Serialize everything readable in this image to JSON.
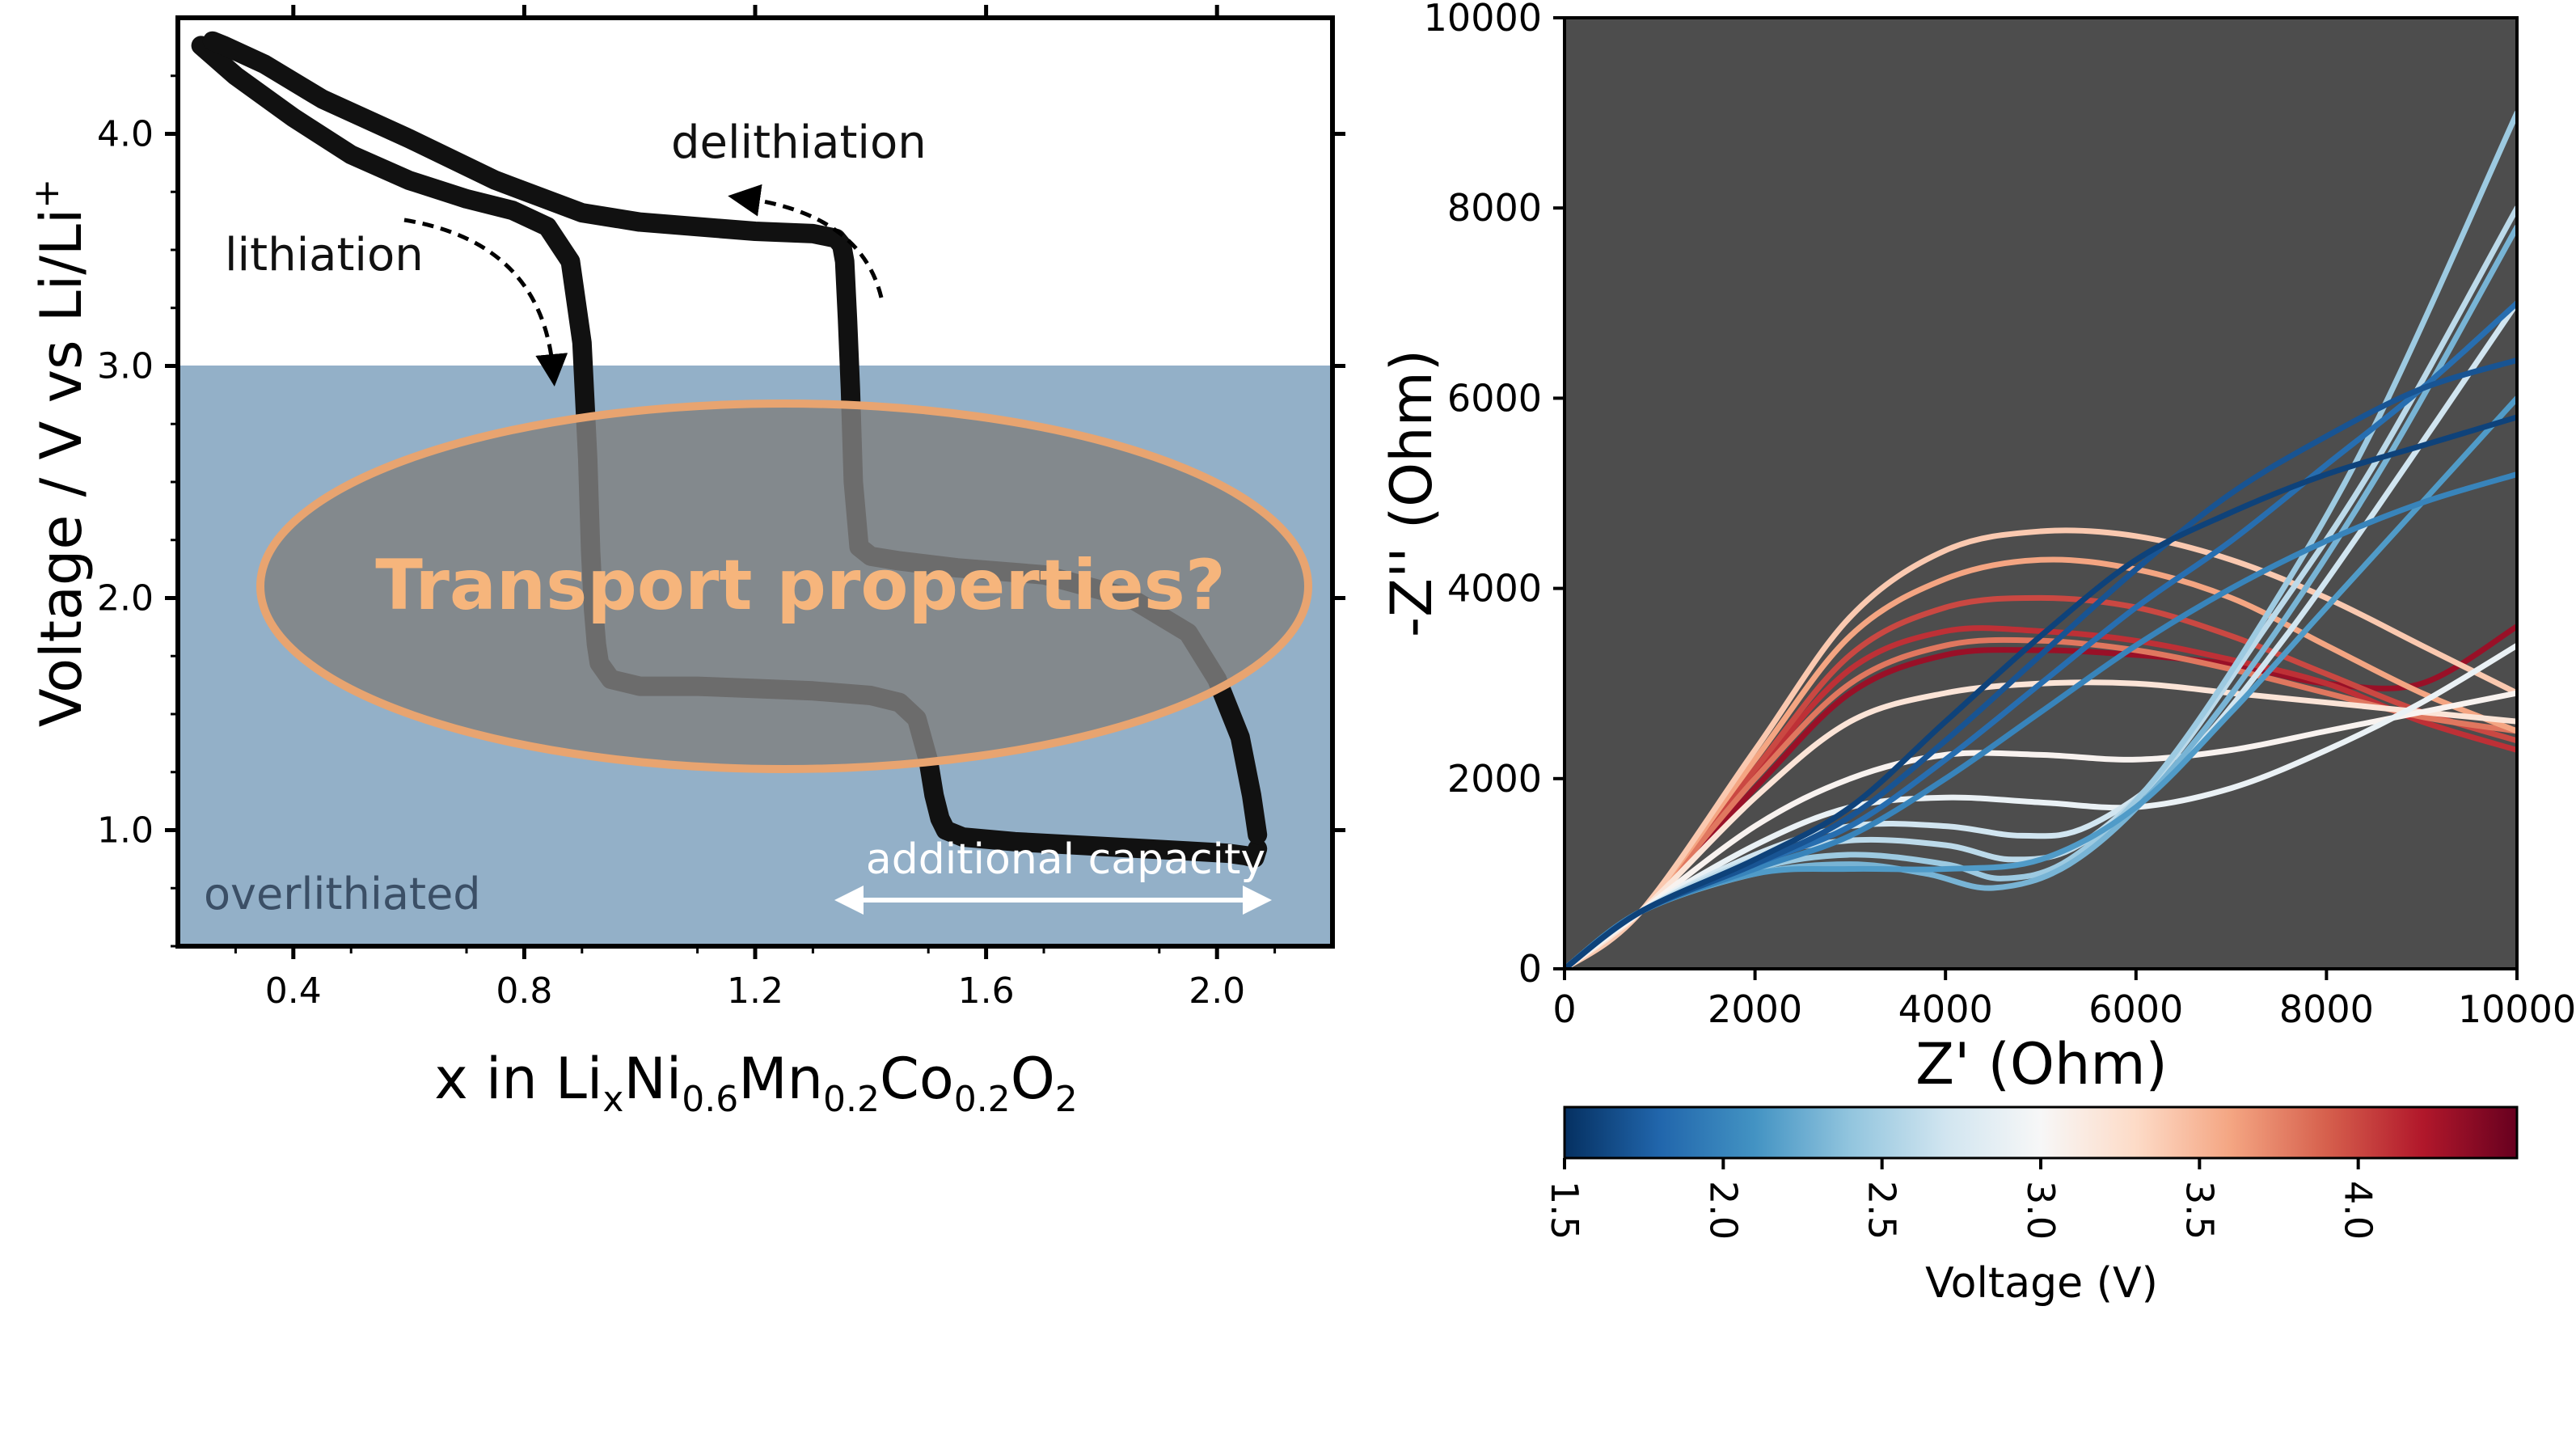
{
  "chart_data": [
    {
      "type": "line",
      "title": "",
      "xlabel": {
        "text": "x in Li",
        "sub_x": "x",
        "ni": "Ni",
        "ni_sub": "0.6",
        "mn": "Mn",
        "mn_sub": "0.2",
        "co": "Co",
        "co_sub": "0.2",
        "o": "O",
        "o_sub": "2"
      },
      "ylabel": {
        "text": "Voltage / V vs Li/Li",
        "sup": "+"
      },
      "xlim": [
        0.2,
        2.2
      ],
      "ylim": [
        0.5,
        4.5
      ],
      "xticks": [
        "0.4",
        "0.8",
        "1.2",
        "1.6",
        "2.0"
      ],
      "xtick_values": [
        0.4,
        0.8,
        1.2,
        1.6,
        2.0
      ],
      "yticks": [
        "1.0",
        "2.0",
        "3.0",
        "4.0"
      ],
      "ytick_values": [
        1.0,
        2.0,
        3.0,
        4.0
      ],
      "shaded_region": {
        "y_below": 3.0,
        "label": "overlithiated",
        "color": "#93b0c8"
      },
      "series": [
        {
          "color": "#111111",
          "x": [
            0.24,
            0.3,
            0.4,
            0.5,
            0.6,
            0.7,
            0.78,
            0.84,
            0.88,
            0.9,
            0.91,
            0.915,
            0.92,
            0.925,
            0.93,
            0.95,
            1.0,
            1.1,
            1.2,
            1.3,
            1.4,
            1.45,
            1.48,
            1.5,
            1.51,
            1.52,
            1.53,
            1.56,
            1.65,
            1.8,
            1.95,
            2.02,
            2.05,
            2.065,
            2.07
          ],
          "y": [
            4.38,
            4.25,
            4.07,
            3.91,
            3.8,
            3.72,
            3.67,
            3.6,
            3.45,
            3.1,
            2.6,
            2.2,
            1.95,
            1.8,
            1.72,
            1.65,
            1.62,
            1.62,
            1.61,
            1.6,
            1.58,
            1.55,
            1.48,
            1.3,
            1.15,
            1.05,
            1.0,
            0.97,
            0.95,
            0.93,
            0.91,
            0.9,
            0.89,
            0.88,
            0.92
          ]
        },
        {
          "color": "#111111",
          "x": [
            2.07,
            2.06,
            2.04,
            2.0,
            1.95,
            1.85,
            1.7,
            1.55,
            1.45,
            1.4,
            1.38,
            1.37,
            1.365,
            1.36,
            1.355,
            1.35,
            1.34,
            1.3,
            1.2,
            1.1,
            1.0,
            0.9,
            0.75,
            0.6,
            0.45,
            0.35,
            0.28,
            0.26
          ],
          "y": [
            0.98,
            1.15,
            1.4,
            1.65,
            1.85,
            2.0,
            2.1,
            2.13,
            2.16,
            2.18,
            2.22,
            2.5,
            2.9,
            3.2,
            3.45,
            3.52,
            3.55,
            3.57,
            3.58,
            3.6,
            3.62,
            3.66,
            3.8,
            3.98,
            4.15,
            4.3,
            4.38,
            4.4
          ]
        }
      ],
      "annotations": {
        "lithiation": "lithiation",
        "delithiation": "delithiation",
        "transport": "Transport properties?",
        "additional_capacity": "additional capacity"
      }
    },
    {
      "type": "line",
      "title": "",
      "xlabel": "Z' (Ohm)",
      "ylabel": "-Z'' (Ohm)",
      "xlim": [
        0,
        10000
      ],
      "ylim": [
        0,
        10000
      ],
      "xticks": [
        "0",
        "2000",
        "4000",
        "6000",
        "8000",
        "10000"
      ],
      "xtick_values": [
        0,
        2000,
        4000,
        6000,
        8000,
        10000
      ],
      "yticks": [
        "0",
        "2000",
        "4000",
        "6000",
        "8000",
        "10000"
      ],
      "ytick_values": [
        0,
        2000,
        4000,
        6000,
        8000,
        10000
      ],
      "background": "#4d4d4d",
      "colormap": "RdBu_r",
      "colorbar": {
        "label": "Voltage (V)",
        "range": [
          1.5,
          4.5
        ],
        "ticks": [
          "1.5",
          "2.0",
          "2.5",
          "3.0",
          "3.5",
          "4.0"
        ],
        "tick_values": [
          1.5,
          2.0,
          2.5,
          3.0,
          3.5,
          4.0
        ]
      },
      "series": [
        {
          "voltage": 4.3,
          "x": [
            0,
            800,
            2000,
            3000,
            4000,
            5000,
            6000,
            7000,
            8000,
            9000,
            10000
          ],
          "y": [
            0,
            600,
            1900,
            2900,
            3300,
            3350,
            3300,
            3200,
            3000,
            3000,
            3600
          ]
        },
        {
          "voltage": 4.1,
          "x": [
            0,
            800,
            2000,
            3000,
            4000,
            5000,
            6000,
            7000,
            8000,
            9000,
            10000
          ],
          "y": [
            0,
            600,
            2050,
            3150,
            3550,
            3550,
            3450,
            3250,
            3000,
            2600,
            2300
          ]
        },
        {
          "voltage": 4.0,
          "x": [
            0,
            800,
            2000,
            3000,
            4000,
            5000,
            6000,
            7000,
            8000,
            9000,
            10000
          ],
          "y": [
            0,
            600,
            2100,
            3300,
            3800,
            3900,
            3800,
            3500,
            3100,
            2700,
            2400
          ]
        },
        {
          "voltage": 3.8,
          "x": [
            0,
            800,
            2000,
            3000,
            4000,
            5000,
            6000,
            7000,
            8000,
            9000,
            10000
          ],
          "y": [
            0,
            600,
            2000,
            3000,
            3400,
            3450,
            3350,
            3150,
            2900,
            2650,
            2500
          ]
        },
        {
          "voltage": 3.6,
          "x": [
            0,
            800,
            2000,
            3000,
            4000,
            5000,
            6000,
            7000,
            8000,
            9000,
            10000
          ],
          "y": [
            0,
            600,
            2200,
            3500,
            4100,
            4300,
            4200,
            3900,
            3400,
            2900,
            2500
          ]
        },
        {
          "voltage": 3.4,
          "x": [
            0,
            800,
            2000,
            3000,
            4000,
            5000,
            6000,
            7000,
            8000,
            9000,
            10000
          ],
          "y": [
            0,
            600,
            2300,
            3700,
            4400,
            4600,
            4550,
            4300,
            3900,
            3400,
            2900
          ]
        },
        {
          "voltage": 3.2,
          "x": [
            0,
            800,
            2000,
            3000,
            4000,
            5000,
            6000,
            7000,
            8000,
            9000,
            10000
          ],
          "y": [
            0,
            600,
            1800,
            2600,
            2900,
            3000,
            3000,
            2900,
            2800,
            2700,
            2600
          ]
        },
        {
          "voltage": 3.05,
          "x": [
            0,
            800,
            2000,
            3000,
            4000,
            5000,
            6000,
            7000,
            8000,
            9000,
            10000
          ],
          "y": [
            0,
            600,
            1500,
            2000,
            2250,
            2250,
            2200,
            2300,
            2500,
            2700,
            2900
          ]
        },
        {
          "voltage": 2.9,
          "x": [
            0,
            800,
            2000,
            3000,
            4000,
            5000,
            6000,
            7000,
            8000,
            9000,
            10000
          ],
          "y": [
            0,
            600,
            1300,
            1700,
            1800,
            1750,
            1700,
            1900,
            2300,
            2800,
            3400
          ]
        },
        {
          "voltage": 2.7,
          "x": [
            0,
            800,
            2000,
            3000,
            4000,
            4800,
            5500,
            6500,
            7500,
            8500,
            10000
          ],
          "y": [
            0,
            600,
            1200,
            1500,
            1500,
            1400,
            1500,
            2200,
            3400,
            4800,
            7000
          ]
        },
        {
          "voltage": 2.6,
          "x": [
            0,
            800,
            2000,
            3000,
            4000,
            4700,
            5400,
            6300,
            7300,
            8500,
            10000
          ],
          "y": [
            0,
            600,
            1150,
            1350,
            1300,
            1150,
            1300,
            2100,
            3500,
            5300,
            8000
          ]
        },
        {
          "voltage": 2.45,
          "x": [
            0,
            800,
            2000,
            3000,
            4000,
            4600,
            5300,
            6200,
            7300,
            8500,
            10000
          ],
          "y": [
            0,
            600,
            1050,
            1200,
            1100,
            950,
            1150,
            2000,
            3600,
            5700,
            9000
          ]
        },
        {
          "voltage": 2.3,
          "x": [
            0,
            800,
            2000,
            3000,
            3800,
            4500,
            5300,
            6200,
            7300,
            8600,
            10000
          ],
          "y": [
            0,
            600,
            1000,
            1100,
            1000,
            850,
            1100,
            1900,
            3300,
            5300,
            7800
          ]
        },
        {
          "voltage": 2.15,
          "x": [
            0,
            800,
            2000,
            3000,
            4000,
            5000,
            6000,
            7000,
            8000,
            9000,
            10000
          ],
          "y": [
            0,
            600,
            1000,
            1050,
            1050,
            1150,
            1700,
            2700,
            3800,
            4900,
            6000
          ]
        },
        {
          "voltage": 2.0,
          "x": [
            0,
            800,
            2000,
            3000,
            4000,
            5000,
            6000,
            7000,
            8000,
            9000,
            10000
          ],
          "y": [
            0,
            600,
            1050,
            1400,
            2000,
            2700,
            3400,
            4000,
            4500,
            4900,
            5200
          ]
        },
        {
          "voltage": 1.85,
          "x": [
            0,
            800,
            2000,
            3000,
            4000,
            5000,
            6000,
            7000,
            8000,
            9000,
            10000
          ],
          "y": [
            0,
            600,
            1100,
            1500,
            2200,
            3000,
            3800,
            4500,
            5300,
            6100,
            7000
          ]
        },
        {
          "voltage": 1.7,
          "x": [
            0,
            800,
            2000,
            3000,
            4000,
            5000,
            6000,
            7000,
            8000,
            9000,
            10000
          ],
          "y": [
            0,
            600,
            1100,
            1600,
            2400,
            3300,
            4200,
            5000,
            5600,
            6100,
            6400
          ]
        },
        {
          "voltage": 1.6,
          "x": [
            0,
            800,
            2000,
            3000,
            4000,
            5000,
            6000,
            7000,
            8000,
            9000,
            10000
          ],
          "y": [
            0,
            600,
            1150,
            1700,
            2600,
            3500,
            4300,
            4800,
            5200,
            5500,
            5800
          ]
        }
      ]
    }
  ]
}
